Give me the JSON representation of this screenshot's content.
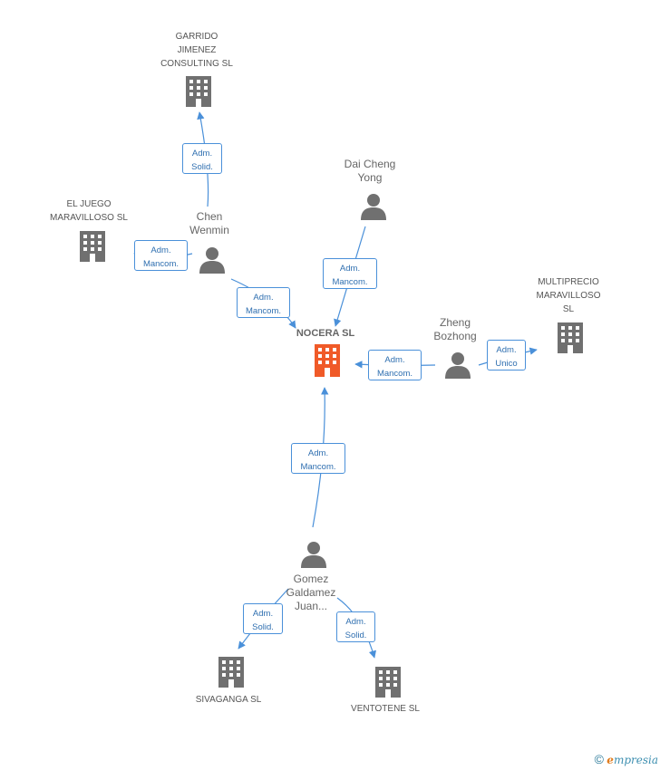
{
  "colors": {
    "edge": "#4a90d9",
    "company": "#707070",
    "main_company": "#f05a28",
    "person": "#707070"
  },
  "nodes": {
    "garrido": {
      "label": "GARRIDO\nJIMENEZ\nCONSULTING  SL",
      "icon": "building-icon"
    },
    "el_juego": {
      "label": "EL JUEGO\nMARAVILLOSO SL",
      "icon": "building-icon"
    },
    "chen": {
      "label": "Chen\nWenmin",
      "icon": "person-icon"
    },
    "dai": {
      "label": "Dai Cheng\nYong",
      "icon": "person-icon"
    },
    "nocera": {
      "label": "NOCERA SL",
      "icon": "building-icon"
    },
    "zheng": {
      "label": "Zheng\nBozhong",
      "icon": "person-icon"
    },
    "multiprecio": {
      "label": "MULTIPRECIO\nMARAVILLOSO\nSL",
      "icon": "building-icon"
    },
    "gomez": {
      "label": "Gomez\nGaldamez\nJuan...",
      "icon": "person-icon"
    },
    "sivaganga": {
      "label": "SIVAGANGA SL",
      "icon": "building-icon"
    },
    "ventotene": {
      "label": "VENTOTENE SL",
      "icon": "building-icon"
    }
  },
  "relations": {
    "chen_garrido": "Adm.\nSolid.",
    "chen_eljuego": "Adm.\nMancom.",
    "chen_nocera": "Adm.\nMancom.",
    "dai_nocera": "Adm.\nMancom.",
    "zheng_nocera": "Adm.\nMancom.",
    "zheng_multiprecio": "Adm.\nUnico",
    "gomez_nocera": "Adm.\nMancom.",
    "gomez_sivaganga": "Adm.\nSolid.",
    "gomez_ventotene": "Adm.\nSolid."
  },
  "watermark": {
    "copyright": "©",
    "brand_letter": "e",
    "brand_rest": "mpresia"
  }
}
